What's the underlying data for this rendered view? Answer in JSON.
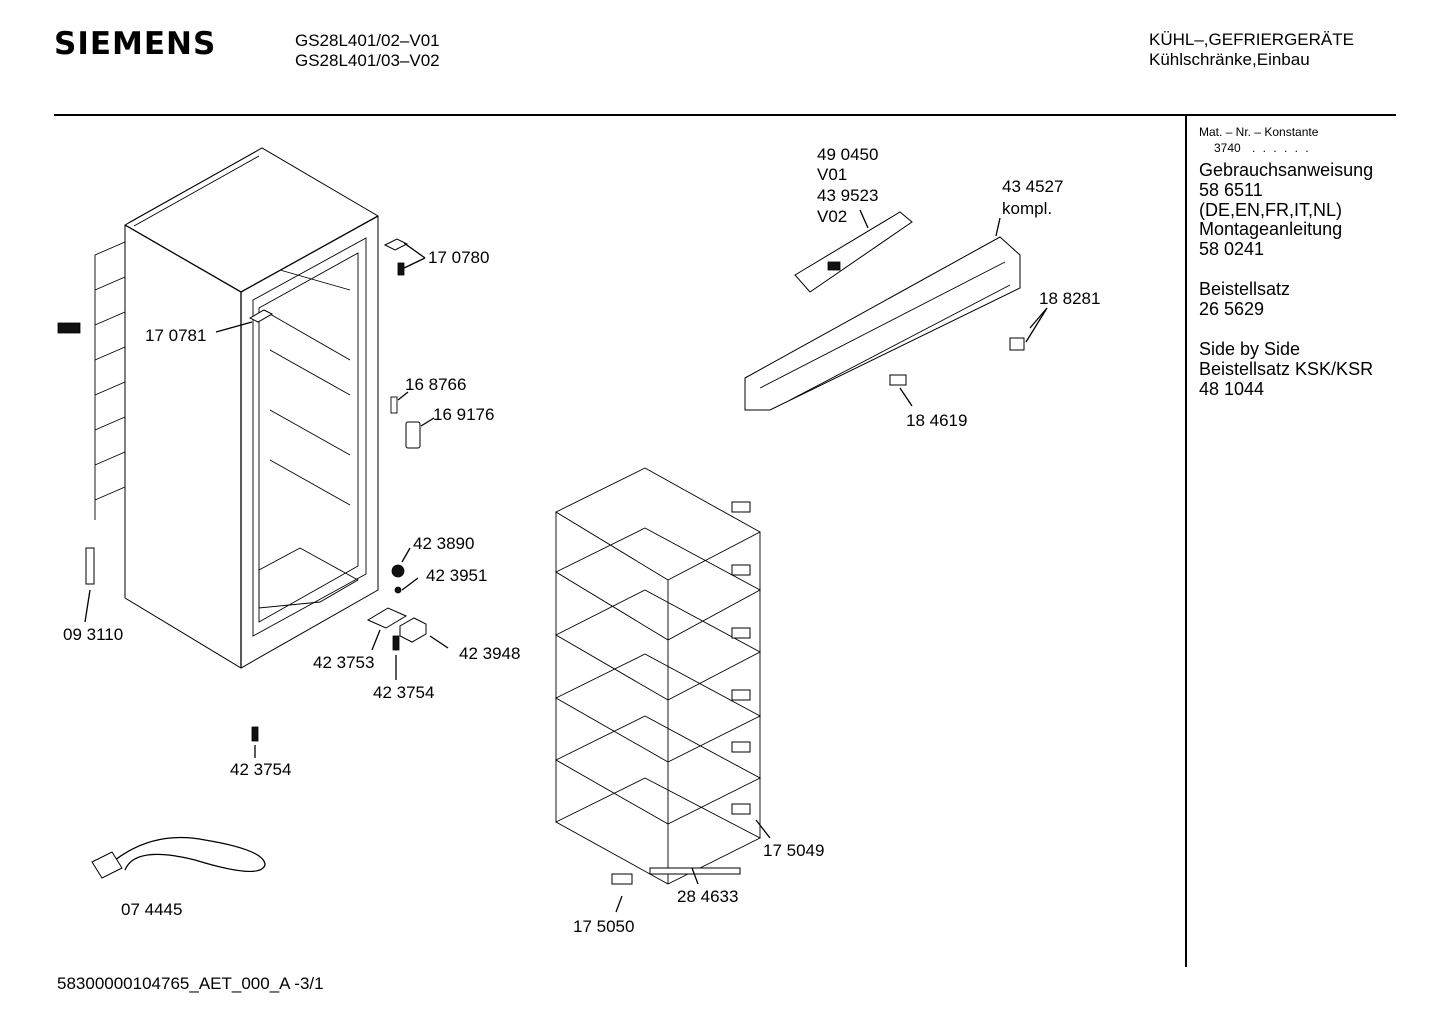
{
  "header": {
    "brand": "SIEMENS",
    "model_line_1": "GS28L401/02–V01",
    "model_line_2": "GS28L401/03–V02",
    "category_line_1": "KÜHL–,GEFRIERGERÄTE",
    "category_line_2": "Kühlschränke,Einbau"
  },
  "side_panel": {
    "mat_nr_label": "Mat. – Nr. – Konstante",
    "mat_nr_value": "3740",
    "mat_nr_dots": ". . . . . .",
    "lines": [
      "Gebrauchsanweisung",
      "58 6511",
      "(DE,EN,FR,IT,NL)",
      "Montageanleitung",
      "58 0241",
      "Beistellsatz",
      "26 5629",
      "Side by Side",
      "Beistellsatz KSK/KSR",
      "48 1044"
    ]
  },
  "parts": {
    "p170780": "170780",
    "p170781": "170781",
    "p168766": "168766",
    "p169176": "169176",
    "p093110": "093110",
    "p423890": "423890",
    "p423951": "423951",
    "p423753": "423753",
    "p423948": "423948",
    "p423754a": "423754",
    "p423754b": "423754",
    "p074445": "074445",
    "p490450": "490450",
    "v01": "V01",
    "p439523": "439523",
    "v02": "V02",
    "p434527": "434527",
    "kompl": "kompl.",
    "p188281": "188281",
    "p184619": "184619",
    "p175049": "175049",
    "p284633": "284633",
    "p175050": "175050"
  },
  "parts_display": {
    "p170780": "17 0780",
    "p170781": "17 0781",
    "p168766": "16 8766",
    "p169176": "16 9176",
    "p093110": "09 3110",
    "p423890": "42 3890",
    "p423951": "42 3951",
    "p423753": "42 3753",
    "p423948": "42 3948",
    "p423754a": "42 3754",
    "p423754b": "42 3754",
    "p074445": "07 4445",
    "p490450": "49 0450",
    "p439523": "43 9523",
    "p434527": "43 4527",
    "p188281": "18 8281",
    "p184619": "18 4619",
    "p175049": "17 5049",
    "p284633": "28 4633",
    "p175050": "17 5050"
  },
  "footer": {
    "doc_id": "58300000104765_AET_000_A   -3/1"
  }
}
